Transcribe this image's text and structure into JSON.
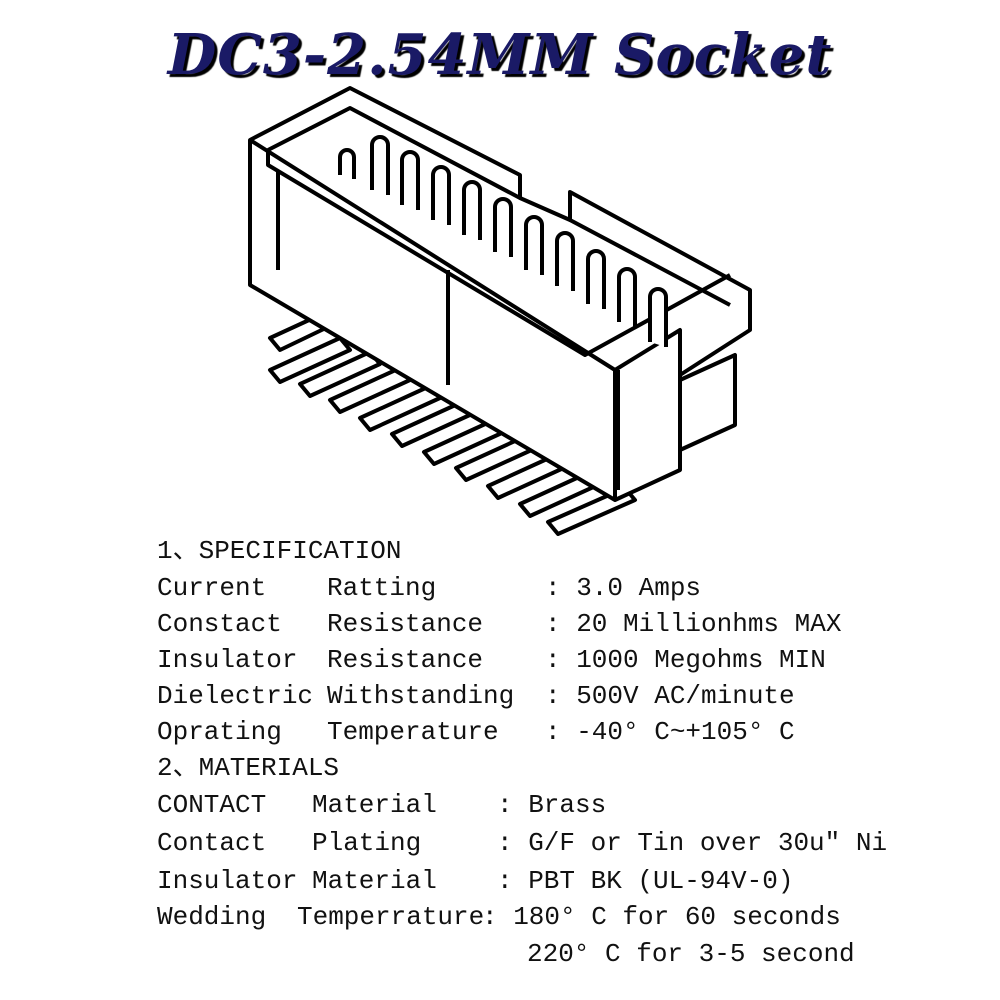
{
  "title": "DC3-2.54MM Socket",
  "sections": {
    "spec_heading": "1、SPECIFICATION",
    "spec_rows": [
      {
        "a": "Current",
        "b": "Ratting",
        "v": ": 3.0 Amps"
      },
      {
        "a": "Constact",
        "b": "Resistance",
        "v": ": 20 Millionhms MAX"
      },
      {
        "a": "Insulator",
        "b": "Resistance",
        "v": ": 1000 Megohms MIN"
      },
      {
        "a": "Dielectric",
        "b": "Withstanding",
        "v": ": 500V AC/minute"
      },
      {
        "a": "Oprating",
        "b": "Temperature",
        "v": ": -40° C~+105° C"
      }
    ],
    "mat_heading": "2、MATERIALS",
    "mat_rows": [
      {
        "a": "CONTACT",
        "b": "Material",
        "v": ": Brass"
      },
      {
        "a": "Contact",
        "b": "Plating",
        "v": ": G/F or Tin over 30u″ Ni"
      },
      {
        "a": "Insulator",
        "b": "Material",
        "v": ": PBT BK (UL-94V-0)"
      },
      {
        "a": "Wedding",
        "b": "Temperrature",
        "v": ": 180° C for 60 seconds"
      }
    ],
    "extra_line": "220° C for 3-5 second"
  }
}
